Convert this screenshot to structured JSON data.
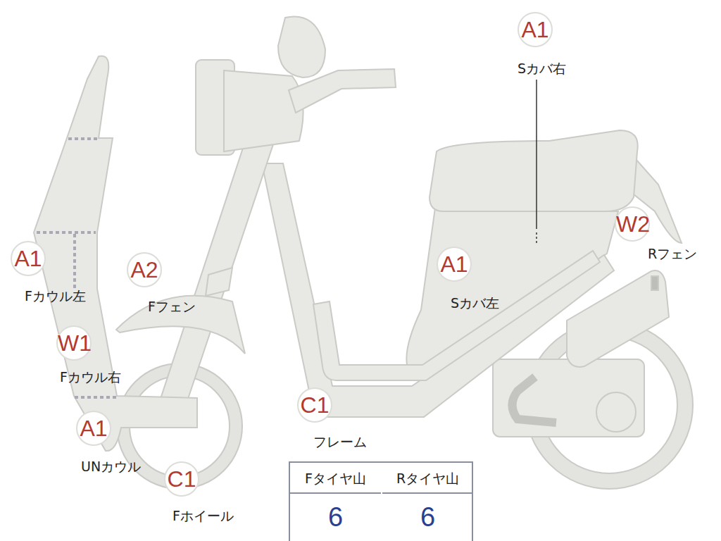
{
  "diagram": {
    "nodes": [
      {
        "text": [
          "A1",
          "Sカバ右"
        ]
      },
      {
        "text": [
          "W2",
          "Rフェン"
        ]
      },
      {
        "text": [
          "A1",
          "Fカウル左"
        ]
      },
      {
        "text": [
          "A1",
          "Sカバ左"
        ]
      },
      {
        "text": [
          "A2",
          "Fフェン"
        ]
      },
      {
        "text": [
          "W1",
          "Fカウル右"
        ]
      },
      {
        "text": [
          "C1",
          "フレーム"
        ]
      },
      {
        "text": [
          "A1",
          "UNカウル"
        ]
      },
      {
        "text": [
          "C1",
          "Fホイール"
        ]
      }
    ],
    "edges": [],
    "labels": [
      "Fタイヤ山",
      "Rタイヤ山",
      "6",
      "6"
    ]
  }
}
